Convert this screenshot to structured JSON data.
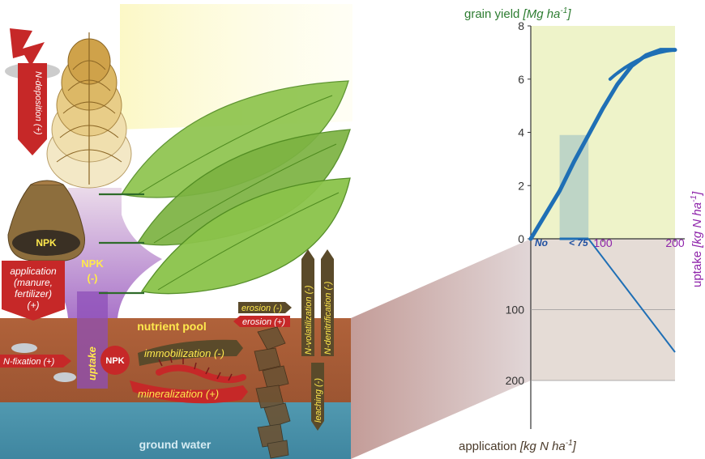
{
  "colors": {
    "yield_green": "#2e7d32",
    "uptake_purple": "#8e24aa",
    "curve_blue": "#1f6fb5",
    "yield_panel": "#eef3c9",
    "uptake_panel": "#e5dcd6",
    "soil": "#b5683e",
    "groundwater": "#4a93ad",
    "arrow_red": "#c62828",
    "arrow_dark": "#5a4a2a",
    "label_yellow": "#ffe94d"
  },
  "diagram": {
    "n_deposition": "N-deposition (+)",
    "npk_bag": "NPK",
    "application_line1": "application",
    "application_line2": "(manure,",
    "application_line3": "fertilizer)",
    "application_line4": "(+)",
    "npk_line1": "NPK",
    "npk_line2": "(-)",
    "nutrient_pool": "nutrient pool",
    "erosion_minus": "erosion (-)",
    "erosion_plus": "erosion (+)",
    "n_volatilization": "N-volatilization (-)",
    "n_denitrification": "N-denitrification (-)",
    "immobilization": "immobilization (-)",
    "mineralization": "mineralization (+)",
    "n_fixation": "N-fixation (+)",
    "uptake": "uptake",
    "npk_circle": "NPK",
    "leaching": "leaching (-)",
    "ground_water": "ground water"
  },
  "chart_data": {
    "type": "line",
    "top_axis_label_plain": "grain yield ",
    "top_axis_label_italic": "[Mg ha",
    "top_axis_label_sup": "-1",
    "top_axis_label_end": "]",
    "y_ticks_top": [
      "8",
      "6",
      "4",
      "2",
      "0"
    ],
    "ylim_top": [
      0,
      8
    ],
    "x_ticks": [
      "100",
      "200"
    ],
    "xlim": [
      0,
      200
    ],
    "x_marks": {
      "n0": "No",
      "lt75": "< 75"
    },
    "right_axis_label_plain": "uptake ",
    "right_axis_label_italic": "[kg N ha",
    "right_axis_label_sup": "-1",
    "right_axis_label_end": "]",
    "y_ticks_bottom": [
      "100",
      "200"
    ],
    "ylim_bottom": [
      0,
      200
    ],
    "bottom_axis_label_plain": "application ",
    "bottom_axis_label_italic": "[kg N ha",
    "bottom_axis_label_sup": "-1",
    "bottom_axis_label_end": "]",
    "yield_curve": {
      "x": [
        0,
        20,
        40,
        60,
        80,
        100,
        120,
        140,
        160,
        180,
        200
      ],
      "y": [
        0,
        0.9,
        1.8,
        2.9,
        3.9,
        4.9,
        5.8,
        6.5,
        6.9,
        7.1,
        7.1
      ]
    },
    "uptake_line": {
      "x": [
        80,
        200
      ],
      "y": [
        0,
        160
      ]
    },
    "shaded_range": [
      40,
      80
    ]
  }
}
